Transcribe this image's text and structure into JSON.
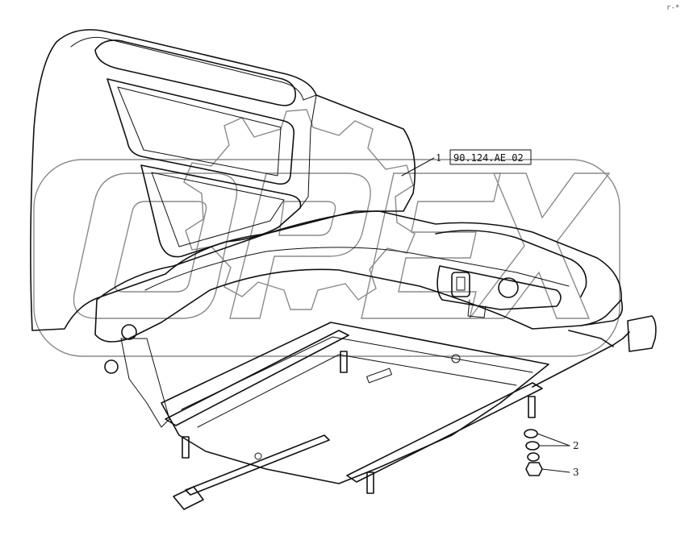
{
  "watermark": {
    "text": "OPEX"
  },
  "part_label": "90.124.AE 02",
  "callouts": {
    "c1": "1",
    "c2": "2",
    "c3": "3"
  },
  "page_mark": "r-*"
}
